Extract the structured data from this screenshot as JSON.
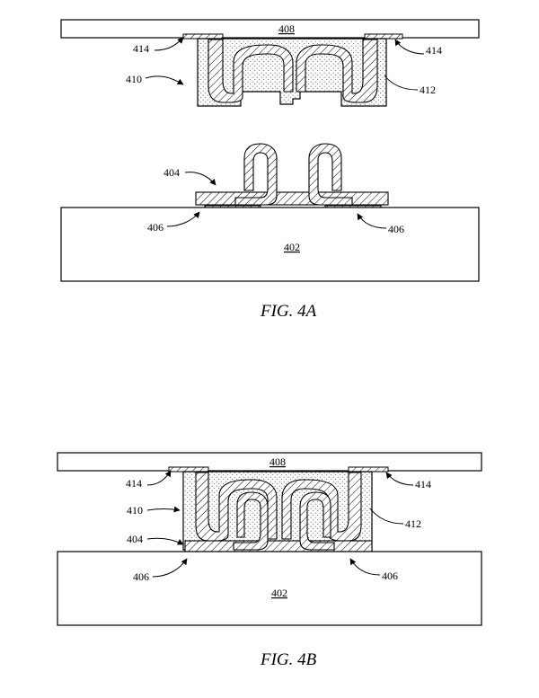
{
  "figures": {
    "fig_a": {
      "caption": "FIG. 4A",
      "labels": {
        "l408": "408",
        "l414_left": "414",
        "l414_right": "414",
        "l410": "410",
        "l412": "412",
        "l404": "404",
        "l406_left": "406",
        "l406_right": "406",
        "l402": "402"
      }
    },
    "fig_b": {
      "caption": "FIG. 4B",
      "labels": {
        "l408": "408",
        "l414_left": "414",
        "l414_right": "414",
        "l410": "410",
        "l412": "412",
        "l404": "404",
        "l406_left": "406",
        "l406_right": "406",
        "l402": "402"
      }
    }
  },
  "colors": {
    "stroke": "#000000",
    "fill_paper": "#ffffff",
    "stipple": "#555555"
  }
}
